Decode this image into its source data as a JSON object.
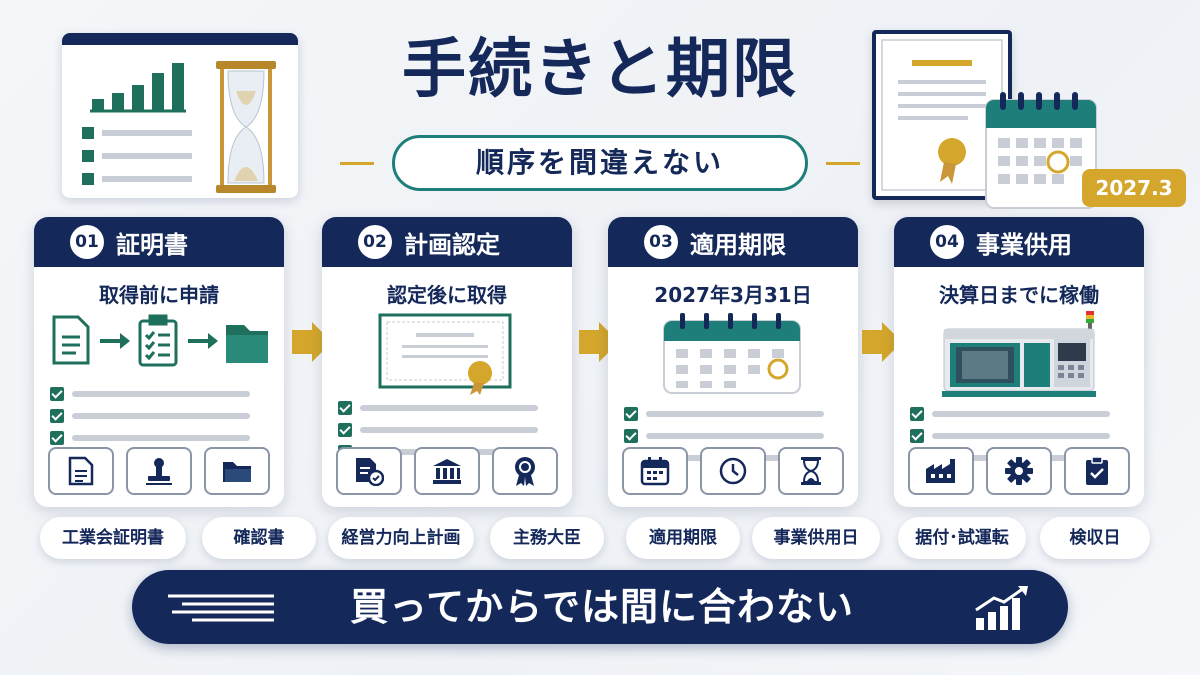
{
  "header": {
    "title": "手続きと期限",
    "subtitle": "順序を間違えない",
    "year_badge": "2027.3"
  },
  "steps": [
    {
      "num": "01",
      "title": "証明書",
      "subtitle": "取得前に申請"
    },
    {
      "num": "02",
      "title": "計画認定",
      "subtitle": "認定後に取得"
    },
    {
      "num": "03",
      "title": "適用期限",
      "subtitle": "2027年3月31日"
    },
    {
      "num": "04",
      "title": "事業供用",
      "subtitle": "決算日までに稼働"
    }
  ],
  "pills": [
    "工業会証明書",
    "確認書",
    "経営力向上計画",
    "主務大臣",
    "適用期限",
    "事業供用日",
    "据付･試運転",
    "検収日"
  ],
  "banner": {
    "text": "買ってからでは間に合わない"
  },
  "colors": {
    "navy": "#14285a",
    "teal": "#1e7f7a",
    "gold": "#d4a72c"
  }
}
